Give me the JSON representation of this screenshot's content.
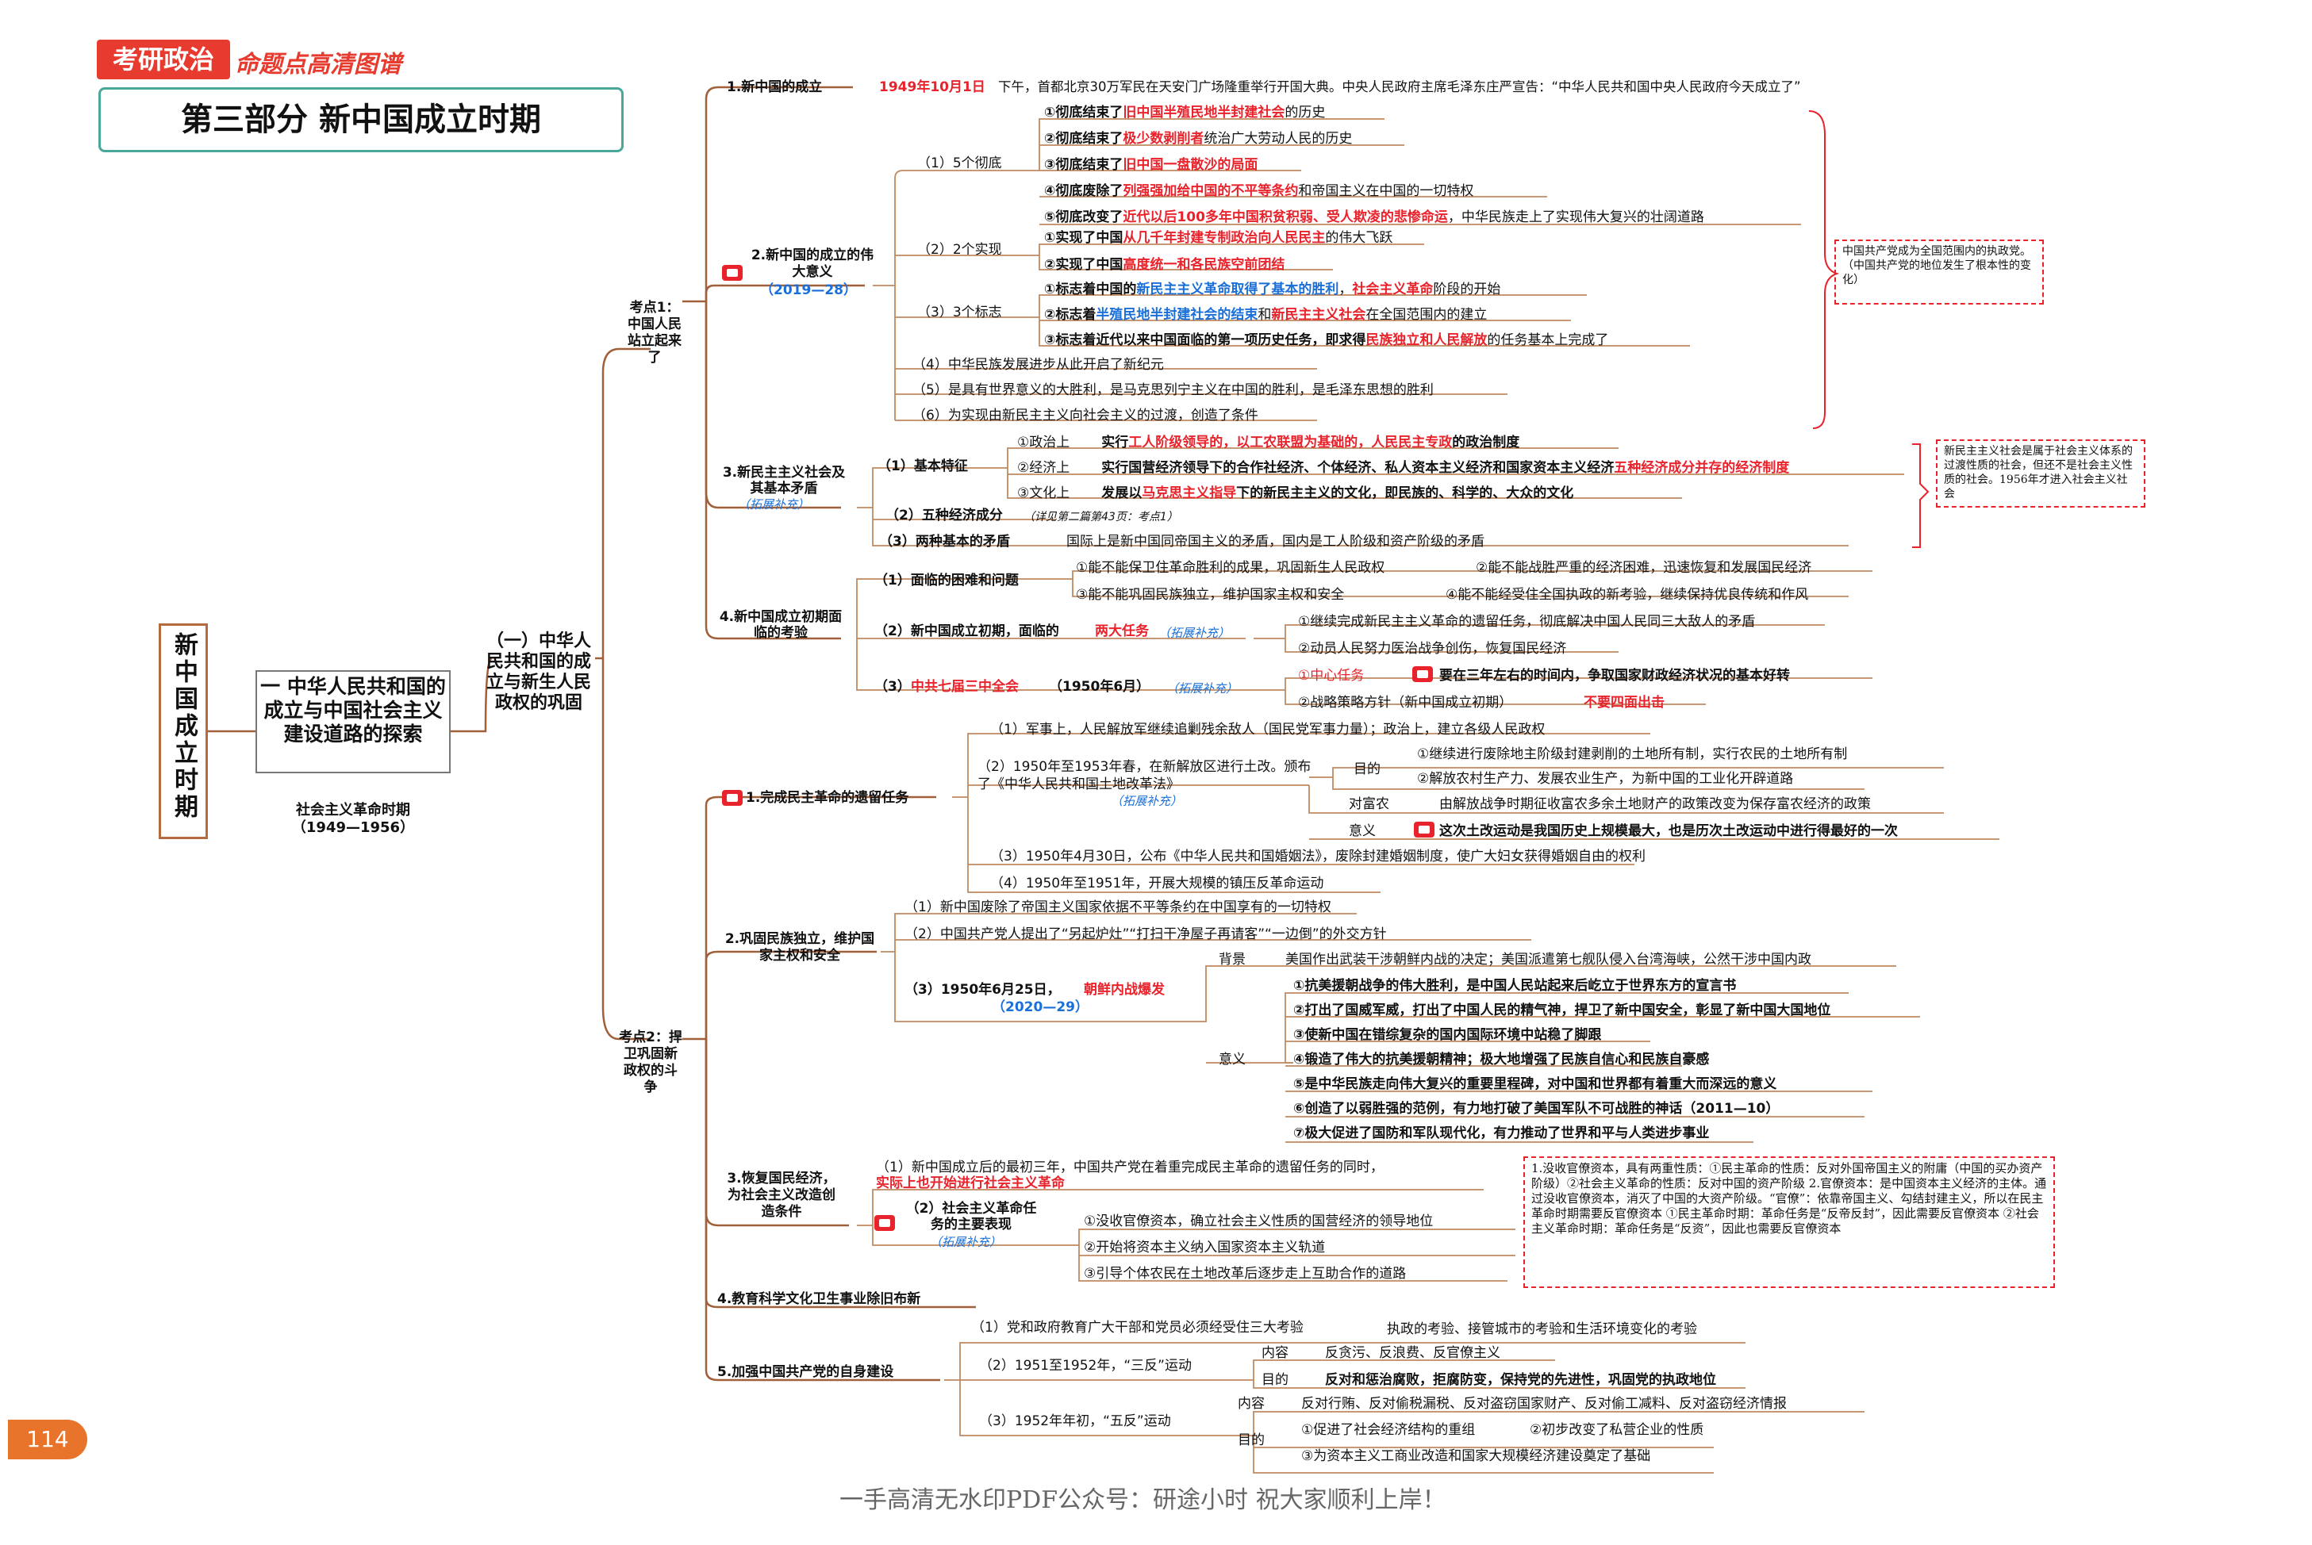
{
  "header": {
    "badge": "考研政治",
    "subtitle": "命题点高清图谱",
    "part_title": "第三部分 新中国成立时期"
  },
  "root": {
    "label": "新中国成立时期"
  },
  "level1": {
    "label": "一 中华人民共和国的成立与中国社会主义建设道路的探索",
    "period_label": "社会主义革命时期",
    "period_years": "（1949—1956）"
  },
  "level2": {
    "label": "（一）中华人民共和国的成立与新生人民政权的巩固"
  },
  "kaodian1": {
    "label": "考点1：中国人民站立起来了"
  },
  "kaodian2": {
    "label": "考点2：捍卫巩固新政权的斗争"
  },
  "s1": {
    "label": "1.新中国的成立",
    "date": "1949年10月1日",
    "text": "下午，首都北京30万军民在天安门广场隆重举行开国大典。中央人民政府主席毛泽东庄严宣告：“中华人民共和国中央人民政府今天成立了”"
  },
  "s2": {
    "label": "2.新中国的成立的伟大意义",
    "year": "（2019—28）",
    "five_label": "（1）5个彻底",
    "five": [
      {
        "a": "①彻底结束了",
        "r": "旧中国半殖民地半封建社会",
        "c": "的历史"
      },
      {
        "a": "②彻底结束了",
        "r": "极少数剥削者",
        "c": "统治广大劳动人民的历史"
      },
      {
        "a": "③彻底结束了",
        "r": "旧中国一盘散沙的局面",
        "c": ""
      },
      {
        "a": "④彻底废除了",
        "r": "列强强加给中国的不平等条约",
        "c": "和帝国主义在中国的一切特权"
      },
      {
        "a": "⑤彻底改变了",
        "r": "近代以后100多年中国积贫积弱、受人欺凌的悲惨命运",
        "c": "，中华民族走上了实现伟大复兴的壮阔道路"
      }
    ],
    "two_label": "（2）2个实现",
    "two": [
      {
        "a": "①实现了中国",
        "r": "从几千年封建专制政治向人民民主",
        "c": "的伟大飞跃"
      },
      {
        "a": "②实现了中国",
        "r": "高度统一和各民族空前团结",
        "c": ""
      }
    ],
    "three_label": "（3）3个标志",
    "three": [
      {
        "a": "①标志着中国的",
        "bl": "新民主主义革命取得了基本的胜利",
        "m": "，",
        "r": "社会主义革命",
        "c": "阶段的开始"
      },
      {
        "a": "②标志着",
        "bl": "半殖民地半封建社会的结束",
        "m": "和",
        "r": "新民主主义社会",
        "c": "在全国范围内的建立"
      },
      {
        "a": "③标志着近代以来中国面临的第一项历史任务，即求得",
        "bl": "",
        "m": "",
        "r": "民族独立和人民解放",
        "c": "的任务基本上完成了"
      }
    ],
    "four": "（4）中华民族发展进步从此开启了新纪元",
    "five_b": "（5）是具有世界意义的大胜利，是马克思列宁主义在中国的胜利，是毛泽东思想的胜利",
    "six": "（6）为实现由新民主主义向社会主义的过渡，创造了条件",
    "note": "中国共产党成为全国范围内的执政党。（中国共产党的地位发生了根本性的变化）"
  },
  "s3": {
    "label": "3.新民主主义社会及其基本矛盾",
    "tag": "（拓展补充）",
    "basic_label": "（1）基本特征",
    "items": [
      {
        "k": "①政治上",
        "a": "实行",
        "r": "工人阶级领导的，以工农联盟为基础的，人民民主专政",
        "c": "的政治制度"
      },
      {
        "k": "②经济上",
        "a": "实行国营经济领导下的合作社经济、个体经济、私人资本主义经济和国家资本主义经济",
        "r": "五种经济成分并存的经济制度",
        "c": ""
      },
      {
        "k": "③文化上",
        "a": "发展以",
        "r": "马克思主义指导",
        "c": "下的新民主主义的文化，即民族的、科学的、大众的文化"
      }
    ],
    "two": "（2）五种经济成分",
    "two_ref": "（详见第二篇第43页：考点1）",
    "three": "（3）两种基本的矛盾",
    "three_text": "国际上是新中国同帝国主义的矛盾，国内是工人阶级和资产阶级的矛盾",
    "note": "新民主主义社会是属于社会主义体系的过渡性质的社会，但还不是社会主义性质的社会。1956年才进入社会主义社会"
  },
  "s4": {
    "label": "4.新中国成立初期面临的考验",
    "one_label": "（1）面临的困难和问题",
    "one": [
      "①能不能保卫住革命胜利的成果，巩固新生人民政权",
      "②能不能战胜严重的经济困难，迅速恢复和发展国民经济",
      "③能不能巩固民族独立，维护国家主权和安全",
      "④能不能经受住全国执政的新考验，继续保持优良传统和作风"
    ],
    "two_label": "（2）新中国成立初期，面临的",
    "two_red": "两大任务",
    "two_tag": "（拓展补充）",
    "two_items": [
      "①继续完成新民主主义革命的遗留任务，彻底解决中国人民同三大敌人的矛盾",
      "②动员人民努力医治战争创伤，恢复国民经济"
    ],
    "three_label": "（3）",
    "three_red": "中共七届三中全会",
    "three_year": "（1950年6月）",
    "three_tag": "（拓展补充）",
    "center_task": "①中心任务",
    "center_text": "要在三年左右的时间内，争取国家财政经济状况的基本好转",
    "strategy": "②战略策略方针（新中国成立初期）",
    "strategy_red": "不要四面出击"
  },
  "t1": {
    "label": "1.完成民主革命的遗留任务",
    "one": "（1）军事上，人民解放军继续追剿残余敌人（国民党军事力量）；政治上，建立各级人民政权",
    "two": "（2）1950年至1953年春，在新解放区进行土改。颁布了《中华人民共和国土地改革法》",
    "two_tag": "（拓展补充）",
    "goal_k": "目的",
    "goals": [
      "①继续进行废除地主阶级封建剥削的土地所有制，实行农民的土地所有制",
      "②解放农村生产力、发展农业生产，为新中国的工业化开辟道路"
    ],
    "rich_k": "对富农",
    "rich": "由解放战争时期征收富农多余土地财产的政策改变为保存富农经济的政策",
    "mean_k": "意义",
    "mean": "这次土改运动是我国历史上规模最大，也是历次土改运动中进行得最好的一次",
    "three": "（3）1950年4月30日，公布《中华人民共和国婚姻法》，废除封建婚姻制度，使广大妇女获得婚姻自由的权利",
    "four": "（4）1950年至1951年，开展大规模的镇压反革命运动"
  },
  "t2": {
    "label": "2.巩固民族独立，维护国家主权和安全",
    "one": "（1）新中国废除了帝国主义国家依据不平等条约在中国享有的一切特权",
    "two": "（2）中国共产党人提出了“另起炉灶”“打扫干净屋子再请客”“一边倒”的外交方针",
    "three": "（3）1950年6月25日，",
    "three_red": "朝鲜内战爆发",
    "three_year": "（2020—29）",
    "bg_k": "背景",
    "bg": "美国作出武装干涉朝鲜内战的决定；美国派遣第七舰队侵入台湾海峡，公然干涉中国内政",
    "yiyi_k": "意义",
    "yiyi": [
      "①抗美援朝战争的伟大胜利，是中国人民站起来后屹立于世界东方的宣言书",
      "②打出了国威军威，打出了中国人民的精气神，捍卫了新中国安全，彰显了新中国大国地位",
      "③使新中国在错综复杂的国内国际环境中站稳了脚跟",
      "④锻造了伟大的抗美援朝精神；极大地增强了民族自信心和民族自豪感",
      "⑤是中华民族走向伟大复兴的重要里程碑，对中国和世界都有着重大而深远的意义",
      "⑥创造了以弱胜强的范例，有力地打破了美国军队不可战胜的神话（2011—10）",
      "⑦极大促进了国防和军队现代化，有力推动了世界和平与人类进步事业"
    ]
  },
  "t3": {
    "label": "3.恢复国民经济，为社会主义改造创造条件",
    "one": "（1）新中国成立后的最初三年，中国共产党在着重完成民主革命的遗留任务的同时，",
    "one_b": "实际上也开始进行社会主义革命",
    "two": "（2）社会主义革命任务的主要表现",
    "two_tag": "（拓展补充）",
    "items": [
      "①没收官僚资本，确立社会主义性质的国营经济的领导地位",
      "②开始将资本主义纳入国家资本主义轨道",
      "③引导个体农民在土地改革后逐步走上互助合作的道路"
    ],
    "note": "1.没收官僚资本，具有两重性质：①民主革命的性质：反对外国帝国主义的附庸（中国的买办资产阶级）②社会主义革命的性质：反对中国的资产阶级 2.官僚资本：是中国资本主义经济的主体。通过没收官僚资本，消灭了中国的大资产阶级。“官僚”：依靠帝国主义、勾结封建主义，所以在民主革命时期需要反官僚资本 ①民主革命时期：革命任务是“反帝反封”，因此需要反官僚资本 ②社会主义革命时期：革命任务是“反资”，因此也需要反官僚资本"
  },
  "t4": {
    "label": "4.教育科学文化卫生事业除旧布新"
  },
  "t5": {
    "label": "5.加强中国共产党的自身建设",
    "one": "（1）党和政府教育广大干部和党员必须经受住三大考验",
    "one_b": "执政的考验、接管城市的考验和生活环境变化的考验",
    "two": "（2）1951至1952年，“三反”运动",
    "two_nr_k": "内容",
    "two_nr": "反贪污、反浪费、反官僚主义",
    "two_md_k": "目的",
    "two_md": "反对和惩治腐败，拒腐防变，保持党的先进性，巩固党的执政地位",
    "three": "（3）1952年年初，“五反”运动",
    "three_nr_k": "内容",
    "three_nr": "反对行贿、反对偷税漏税、反对盗窃国家财产、反对偷工减料、反对盗窃经济情报",
    "three_md_k": "目的",
    "three_md": [
      "①促进了社会经济结构的重组",
      "②初步改变了私营企业的性质",
      "③为资本主义工商业改造和国家大规模经济建设奠定了基础"
    ]
  },
  "page_number": "114",
  "footer": "一手高清无水印PDF公众号：研途小时  祝大家顺利上岸！",
  "colors": {
    "red": "#e8232c",
    "blue": "#1a6fd8",
    "brown_line": "#b46b40",
    "title_border": "#4aa89a"
  }
}
